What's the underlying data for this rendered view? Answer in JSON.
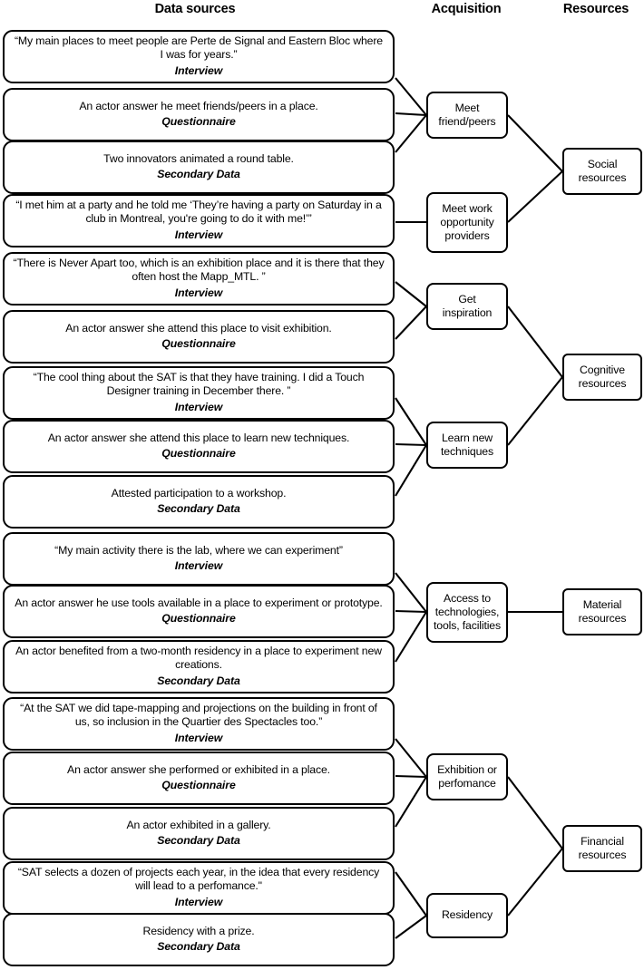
{
  "headers": {
    "data_sources": "Data sources",
    "acquisition": "Acquisition",
    "resources": "Resources"
  },
  "colors": {
    "stroke": "#000000",
    "fill": "#ffffff",
    "text": "#000000"
  },
  "data_sources": [
    {
      "quote": "“My main places to meet people are Perte de Signal and Eastern Bloc where I was for years.”",
      "type": "Interview"
    },
    {
      "quote": "An actor answer he meet friends/peers in a place.",
      "type": "Questionnaire"
    },
    {
      "quote": "Two innovators animated a round table.",
      "type": "Secondary Data"
    },
    {
      "quote": "“I met him at a party and he told me ‘They’re having a party on Saturday in a club in Montreal, you're going to do it with me!’”",
      "type": "Interview"
    },
    {
      "quote": "“There is Never Apart too, which is an exhibition place and it is there that they often host the Mapp_MTL. ”",
      "type": "Interview"
    },
    {
      "quote": "An actor answer she attend this place to visit exhibition.",
      "type": "Questionnaire"
    },
    {
      "quote": "“The cool thing about the SAT is that they have training. I did a Touch Designer training in December there. ”",
      "type": "Interview"
    },
    {
      "quote": "An actor answer she attend this place to learn new techniques.",
      "type": "Questionnaire"
    },
    {
      "quote": "Attested participation to a workshop.",
      "type": "Secondary Data"
    },
    {
      "quote": "“My main activity there is the lab, where we can experiment”",
      "type": "Interview"
    },
    {
      "quote": "An actor answer he use tools available in a place to experiment or prototype.",
      "type": "Questionnaire"
    },
    {
      "quote": "An actor benefited from a two-month residency in a place to experiment new creations.",
      "type": "Secondary Data"
    },
    {
      "quote": "“At the SAT we did tape-mapping and projections on the building in front of us, so inclusion in the Quartier des Spectacles too.”",
      "type": "Interview"
    },
    {
      "quote": "An actor answer she performed or exhibited in a place.",
      "type": "Questionnaire"
    },
    {
      "quote": "An actor exhibited in a gallery.",
      "type": "Secondary Data"
    },
    {
      "quote": "“SAT selects a dozen of projects each year, in the idea that every residency will lead to a perfomance.\"",
      "type": "Interview"
    },
    {
      "quote": "Residency with a prize.",
      "type": "Secondary Data"
    }
  ],
  "acquisition": [
    {
      "line1": "Meet",
      "line2": "friend/peers",
      "line3": ""
    },
    {
      "line1": "Meet work",
      "line2": "opportunity",
      "line3": "providers"
    },
    {
      "line1": "Get",
      "line2": "inspiration",
      "line3": ""
    },
    {
      "line1": "Learn new",
      "line2": "techniques",
      "line3": ""
    },
    {
      "line1": "Access to",
      "line2": "technologies,",
      "line3": "tools, facilities"
    },
    {
      "line1": "Exhibition or",
      "line2": "perfomance",
      "line3": ""
    },
    {
      "line1": "Residency",
      "line2": "",
      "line3": ""
    }
  ],
  "resources": [
    {
      "line1": "Social",
      "line2": "resources"
    },
    {
      "line1": "Cognitive",
      "line2": "resources"
    },
    {
      "line1": "Material",
      "line2": "resources"
    },
    {
      "line1": "Financial",
      "line2": "resources"
    }
  ]
}
